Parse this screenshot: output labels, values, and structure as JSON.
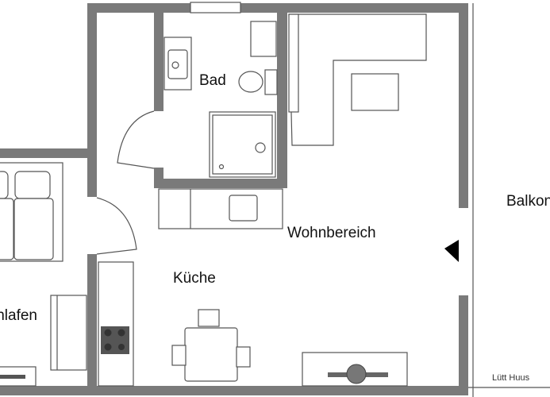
{
  "plan": {
    "rooms": {
      "bath": "Bad",
      "living": "Wohnbereich",
      "kitchen": "Küche",
      "bedroom": "Schlafen",
      "balcony": "Balkon"
    },
    "watermark": "Lütt Huus",
    "colors": {
      "wall": "#7a7a7a",
      "line": "#555555",
      "background": "#ffffff"
    }
  }
}
